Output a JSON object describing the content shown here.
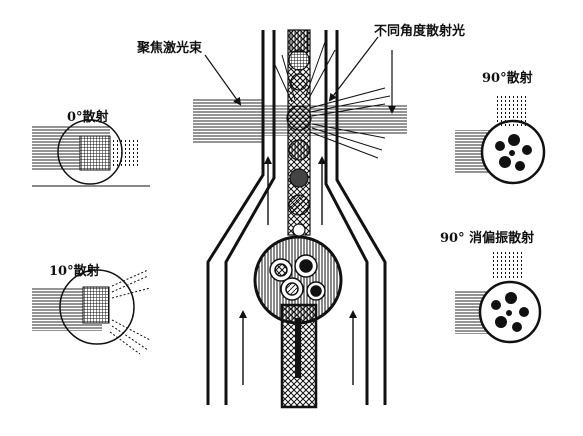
{
  "labels": {
    "focused_laser_beam": "聚焦激光束",
    "scatter_different_angles": "不同角度散射光",
    "scatter_0deg": "0°散射",
    "scatter_10deg": "10°散射",
    "scatter_90deg": "90°散射",
    "scatter_90deg_depolarized": "90° 消偏振散射"
  },
  "colors": {
    "ink": "#111111",
    "paper": "#ffffff"
  }
}
